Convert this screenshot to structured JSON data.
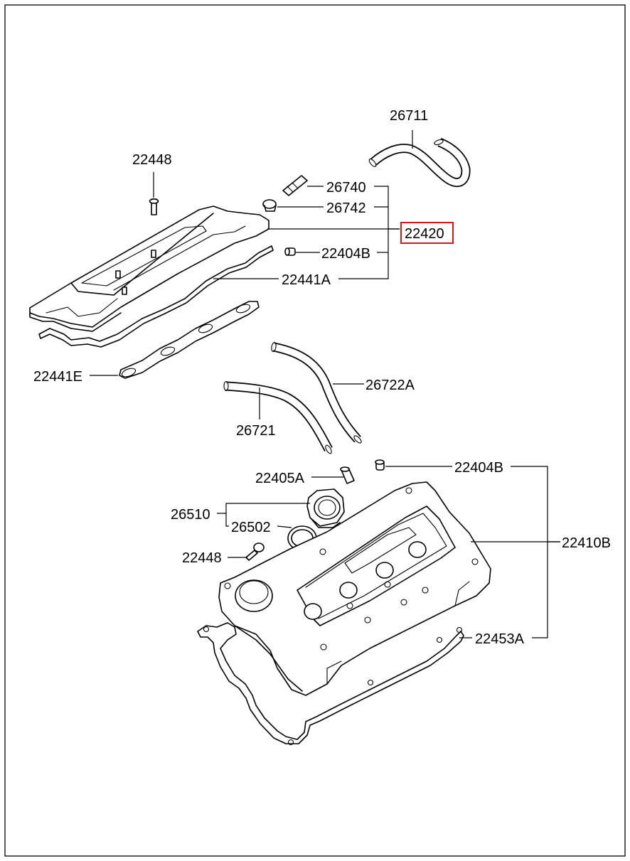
{
  "labels": {
    "hose_top": "26711",
    "bolt_top": "22448",
    "pcv_valve": "26740",
    "grommet": "26742",
    "assembly": "22420",
    "nipple_top": "22404B",
    "gasket_top": "22441A",
    "plug_gasket": "22441E",
    "hose_long": "26722A",
    "hose_short": "26721",
    "nipple_small": "22405A",
    "nipple_bottom": "22404B",
    "oil_cap": "26510",
    "cap_seal": "26502",
    "bolt_bottom": "22448",
    "cover_bottom": "22410B",
    "gasket_bottom": "22453A"
  },
  "highlight_color": "#d11a1a"
}
